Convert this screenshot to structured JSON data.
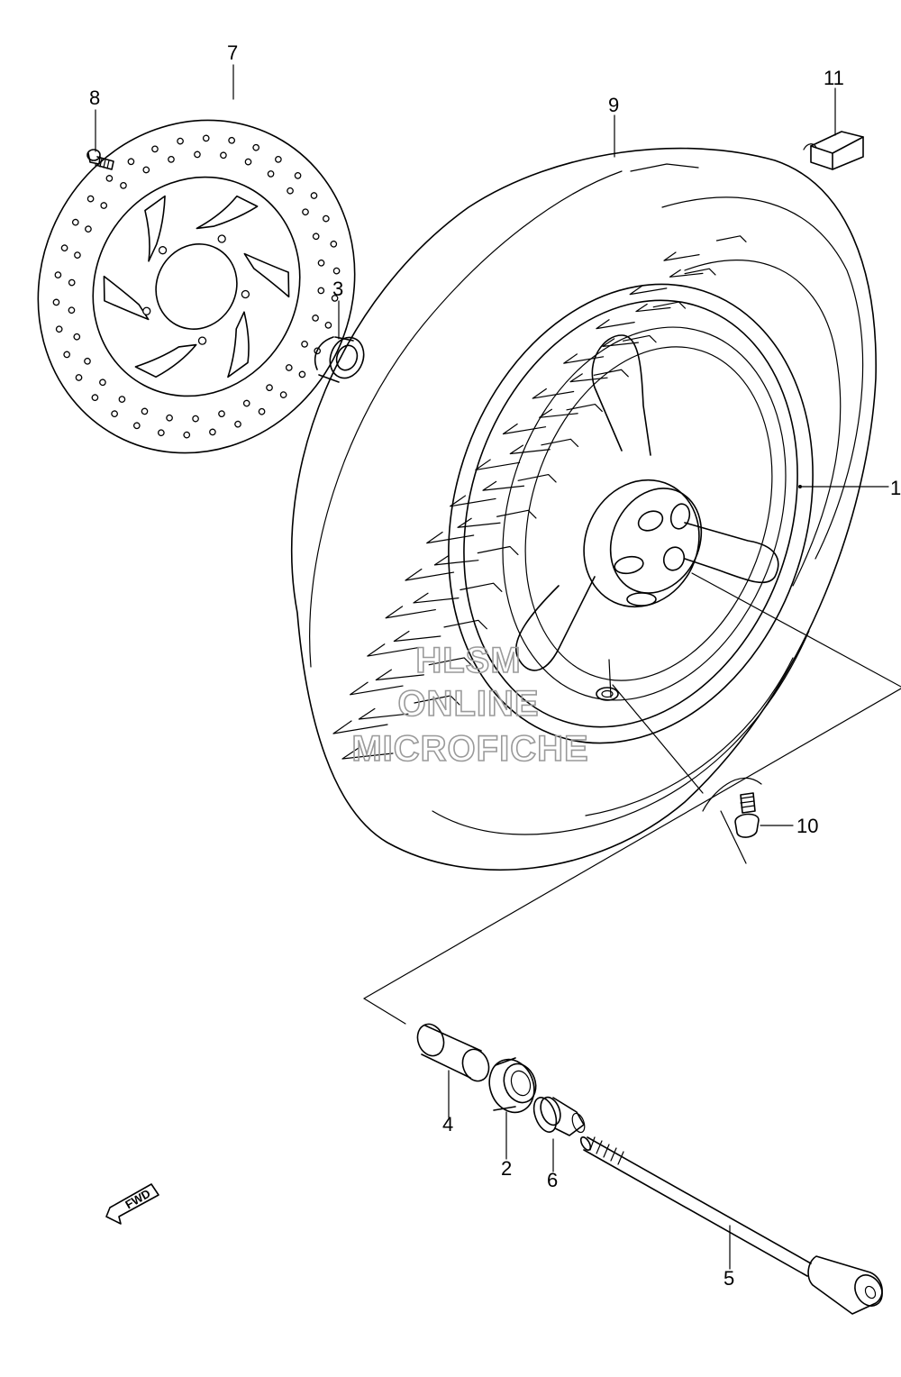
{
  "diagram": {
    "colors": {
      "line": "#000000",
      "watermark": "#9a9a9a",
      "background": "#ffffff"
    },
    "callouts": [
      {
        "id": "1",
        "label": "1"
      },
      {
        "id": "2",
        "label": "2"
      },
      {
        "id": "3",
        "label": "3"
      },
      {
        "id": "4",
        "label": "4"
      },
      {
        "id": "5",
        "label": "5"
      },
      {
        "id": "6",
        "label": "6"
      },
      {
        "id": "7",
        "label": "7"
      },
      {
        "id": "8",
        "label": "8"
      },
      {
        "id": "9",
        "label": "9"
      },
      {
        "id": "10",
        "label": "10"
      },
      {
        "id": "11",
        "label": "11"
      }
    ],
    "fwd_label": "FWD",
    "watermark": {
      "line1": "HLSM",
      "line2": "ONLINE",
      "line3": "MICROFICHE"
    }
  }
}
